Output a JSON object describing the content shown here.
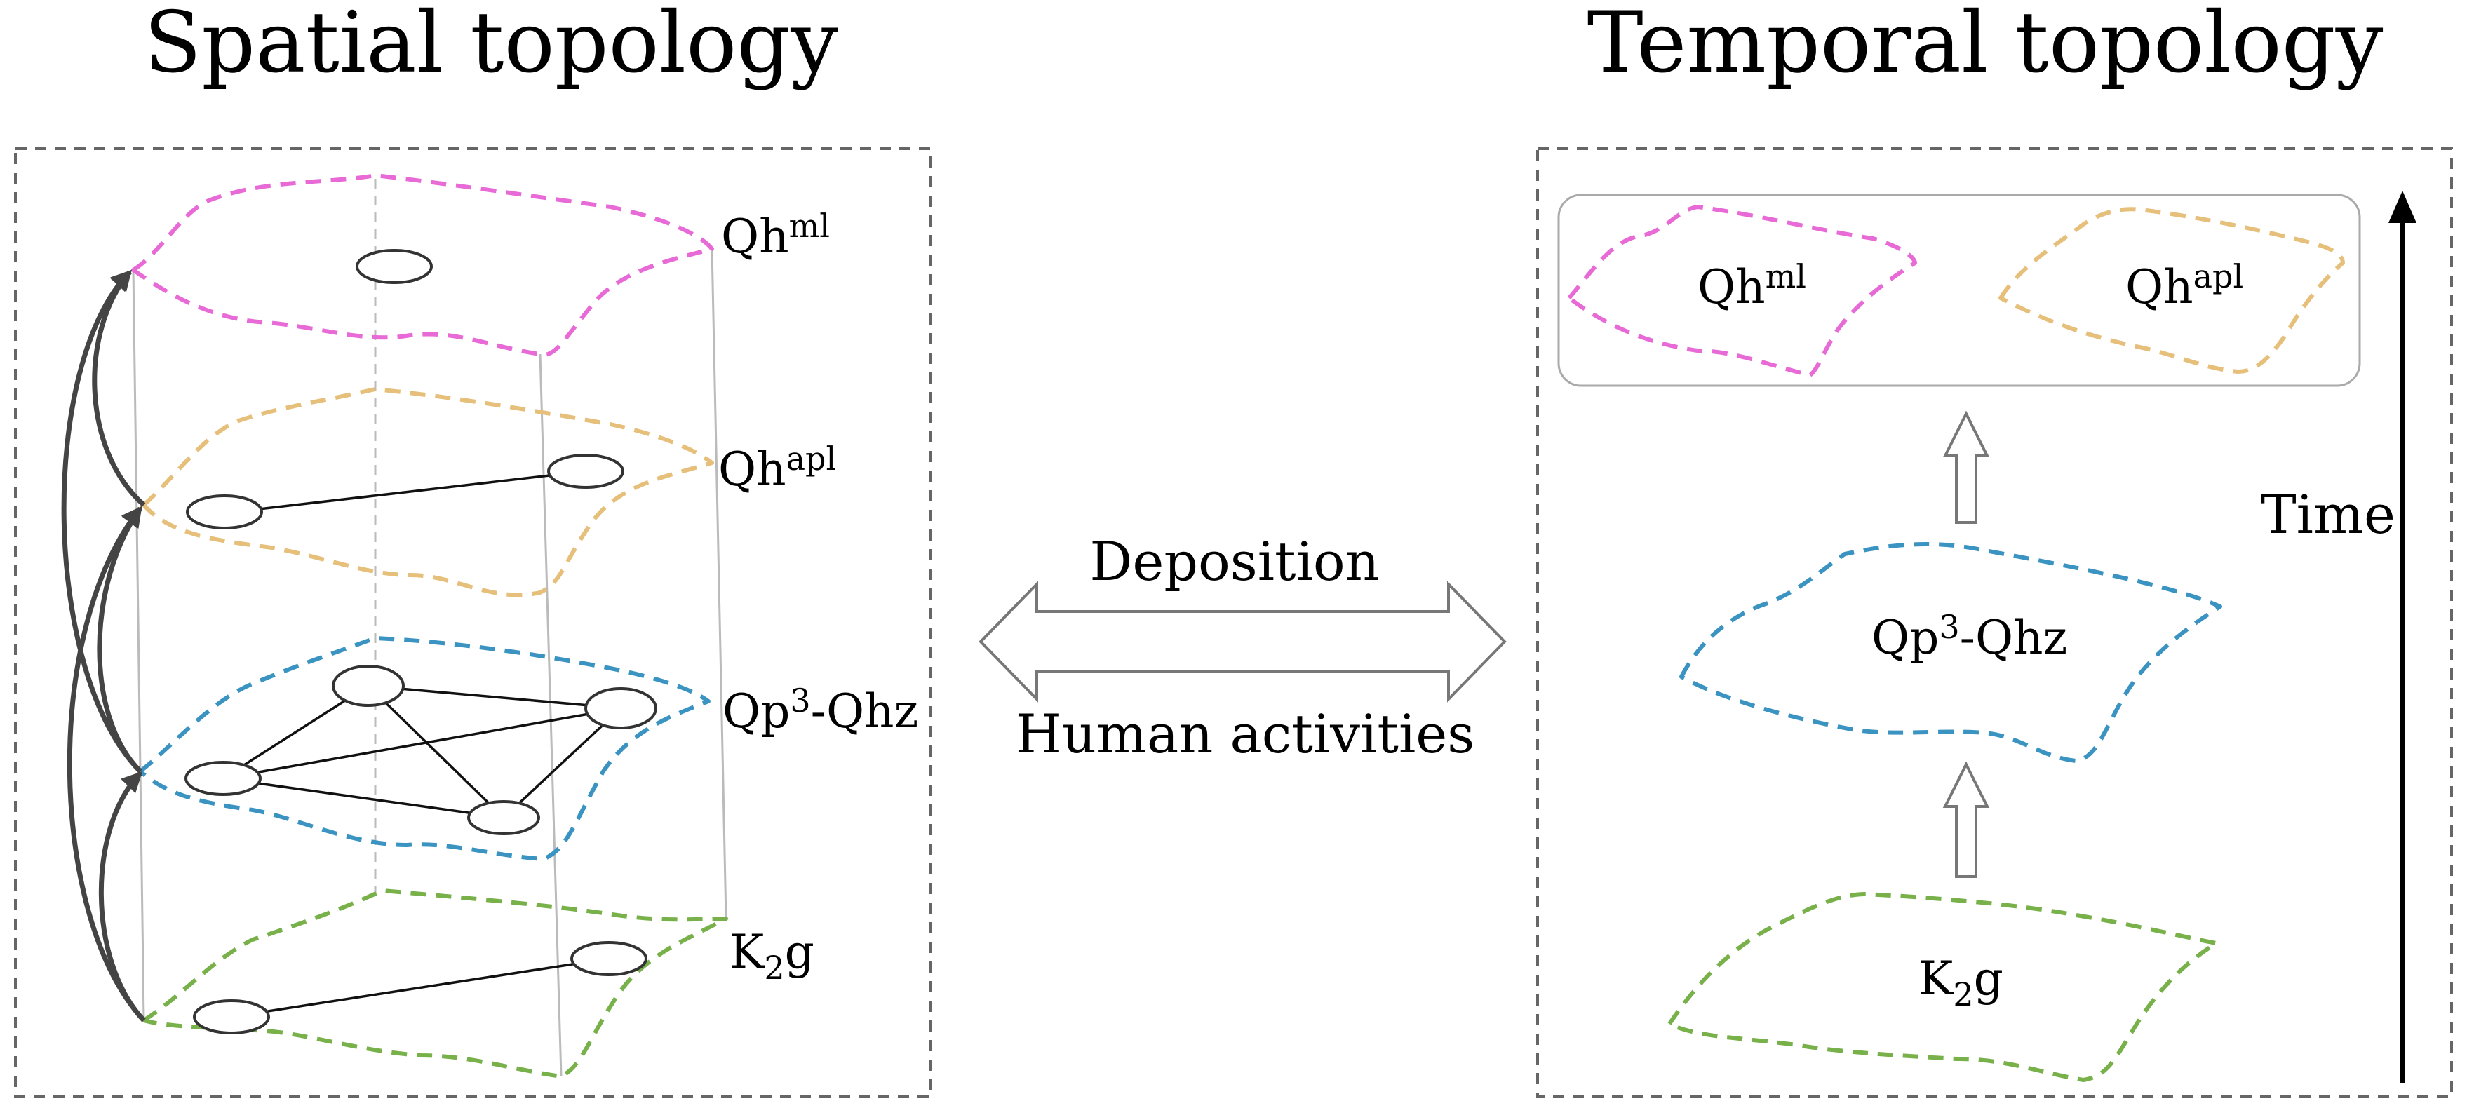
{
  "titles": {
    "spatial": "Spatial topology",
    "temporal": "Temporal topology"
  },
  "layers": {
    "qh_ml": {
      "base": "Qh",
      "sup": "ml",
      "color": "#e86ad6"
    },
    "qh_apl": {
      "base": "Qh",
      "sup": "apl",
      "color": "#e6bf7a"
    },
    "qp3_qhz": {
      "base": "Qp",
      "sup": "3",
      "suffix": "-Qhz",
      "color": "#3a93c1"
    },
    "k2g": {
      "base": "K",
      "sub": "2",
      "suffix": "g",
      "color": "#78b04a"
    }
  },
  "center": {
    "top_label": "Deposition",
    "bottom_label": "Human activities"
  },
  "time_axis_label": "Time",
  "colors": {
    "panel_border": "#666666",
    "node_stroke": "#333333",
    "arrow_gray": "#777777"
  }
}
